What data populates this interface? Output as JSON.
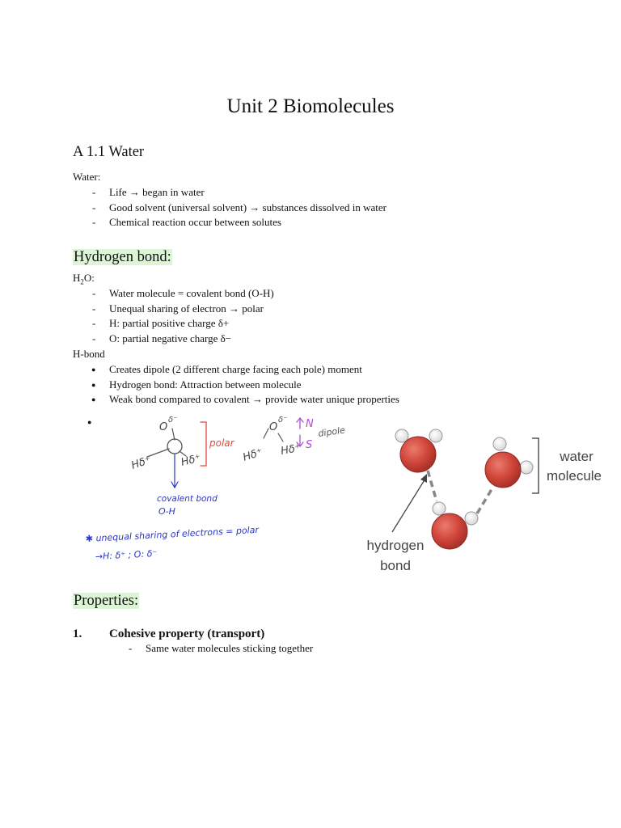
{
  "title": "Unit 2 Biomolecules",
  "section_water": {
    "heading": "A 1.1 Water",
    "label": "Water:",
    "items": [
      "Life → began in water",
      "Good solvent (universal solvent) → substances dissolved in water",
      "Chemical reaction occur between solutes"
    ]
  },
  "section_hbond": {
    "heading": "Hydrogen bond:",
    "h2o_prefix": "H",
    "h2o_sub": "2",
    "h2o_suffix": "O:",
    "h2o_items": [
      "Water molecule = covalent bond (O-H)",
      "Unequal sharing of electron → polar",
      "H: partial positive charge  δ+",
      "O: partial negative charge  δ−"
    ],
    "hbond_label": "H-bond",
    "hbond_items": [
      "Creates dipole (2 different charge facing each pole) moment",
      "Hydrogen bond: Attraction between molecule",
      "Weak bond compared to covalent → provide water unique properties"
    ]
  },
  "handwritten_note": {
    "o1": "O",
    "delta_minus": "δ⁻",
    "h_left": "Hδ⁺",
    "h_right": "Hδ⁺",
    "polar": "polar",
    "covalent_bond": "covalent bond",
    "oh": "O-H",
    "o2": "O",
    "h2_left": "Hδ⁺",
    "h2_right": "Hδ⁺",
    "n": "N",
    "s": "S",
    "dipole": "dipole",
    "footnote_1": "✱ unequal sharing of electrons = polar",
    "footnote_2": "→H: δ⁺ ; O: δ⁻",
    "colors": {
      "red": "#e0483e",
      "blue": "#2a36c8",
      "purple": "#b04ad6",
      "gray": "#555555"
    }
  },
  "molecule_diagram": {
    "label_water": "water",
    "label_molecule": "molecule",
    "label_hydrogen": "hydrogen",
    "label_bond": "bond",
    "colors": {
      "oxygen": "#d0453a",
      "hydrogen": "#f2f2f2",
      "text": "#444444"
    }
  },
  "section_properties": {
    "heading": "Properties:",
    "item1_number": "1.",
    "item1_title": "Cohesive property (transport)",
    "item1_sub": "Same water molecules sticking together"
  }
}
